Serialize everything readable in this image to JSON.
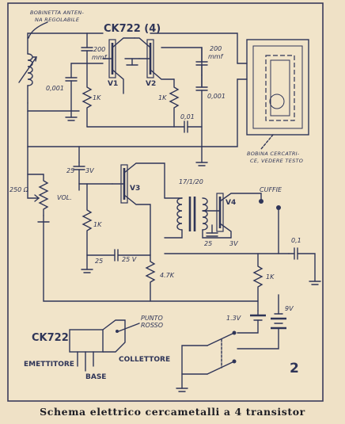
{
  "labels": {
    "coil_antenna": "BOBINETTA ANTEN-",
    "coil_antenna_2": "NA REGOLABILE",
    "transistor_type": "CK722 (4)",
    "v1": "V1",
    "v2": "V2",
    "v3": "V3",
    "v4": "V4",
    "c1_value": "200",
    "c1_unit": "mmf",
    "c2_value": "200",
    "c2_unit": "mmf",
    "c3": "0,001",
    "c4": "0,001",
    "c5": "0,01",
    "r1": "1K",
    "r2": "1K",
    "c6_value": "25",
    "c6_volt": "3V",
    "pot": "250 Ω",
    "pot_label": "VOL.",
    "r3": "1K",
    "c7_value": "25",
    "c7_volt": "25 V",
    "r4": "4.7K",
    "transformer": "17/1/20",
    "c8_value": "25",
    "c8_volt": "3V",
    "headphones": "CUFFIE",
    "c9": "0,1",
    "r5": "1K",
    "battery1": "1.3V",
    "battery2": "9V",
    "search_coil": "BOBINA CERCATRI-",
    "search_coil_2": "CE, VEDERE TESTO",
    "pin_type": "CK722",
    "pin_red_dot": "PUNTO",
    "pin_red_dot_2": "ROSSO",
    "pin_emitter": "EMETTITORE",
    "pin_collector": "COLLETTORE",
    "pin_base": "BASE",
    "figure_number": "2"
  },
  "caption": "Schema elettrico cercametalli a 4 transistor"
}
